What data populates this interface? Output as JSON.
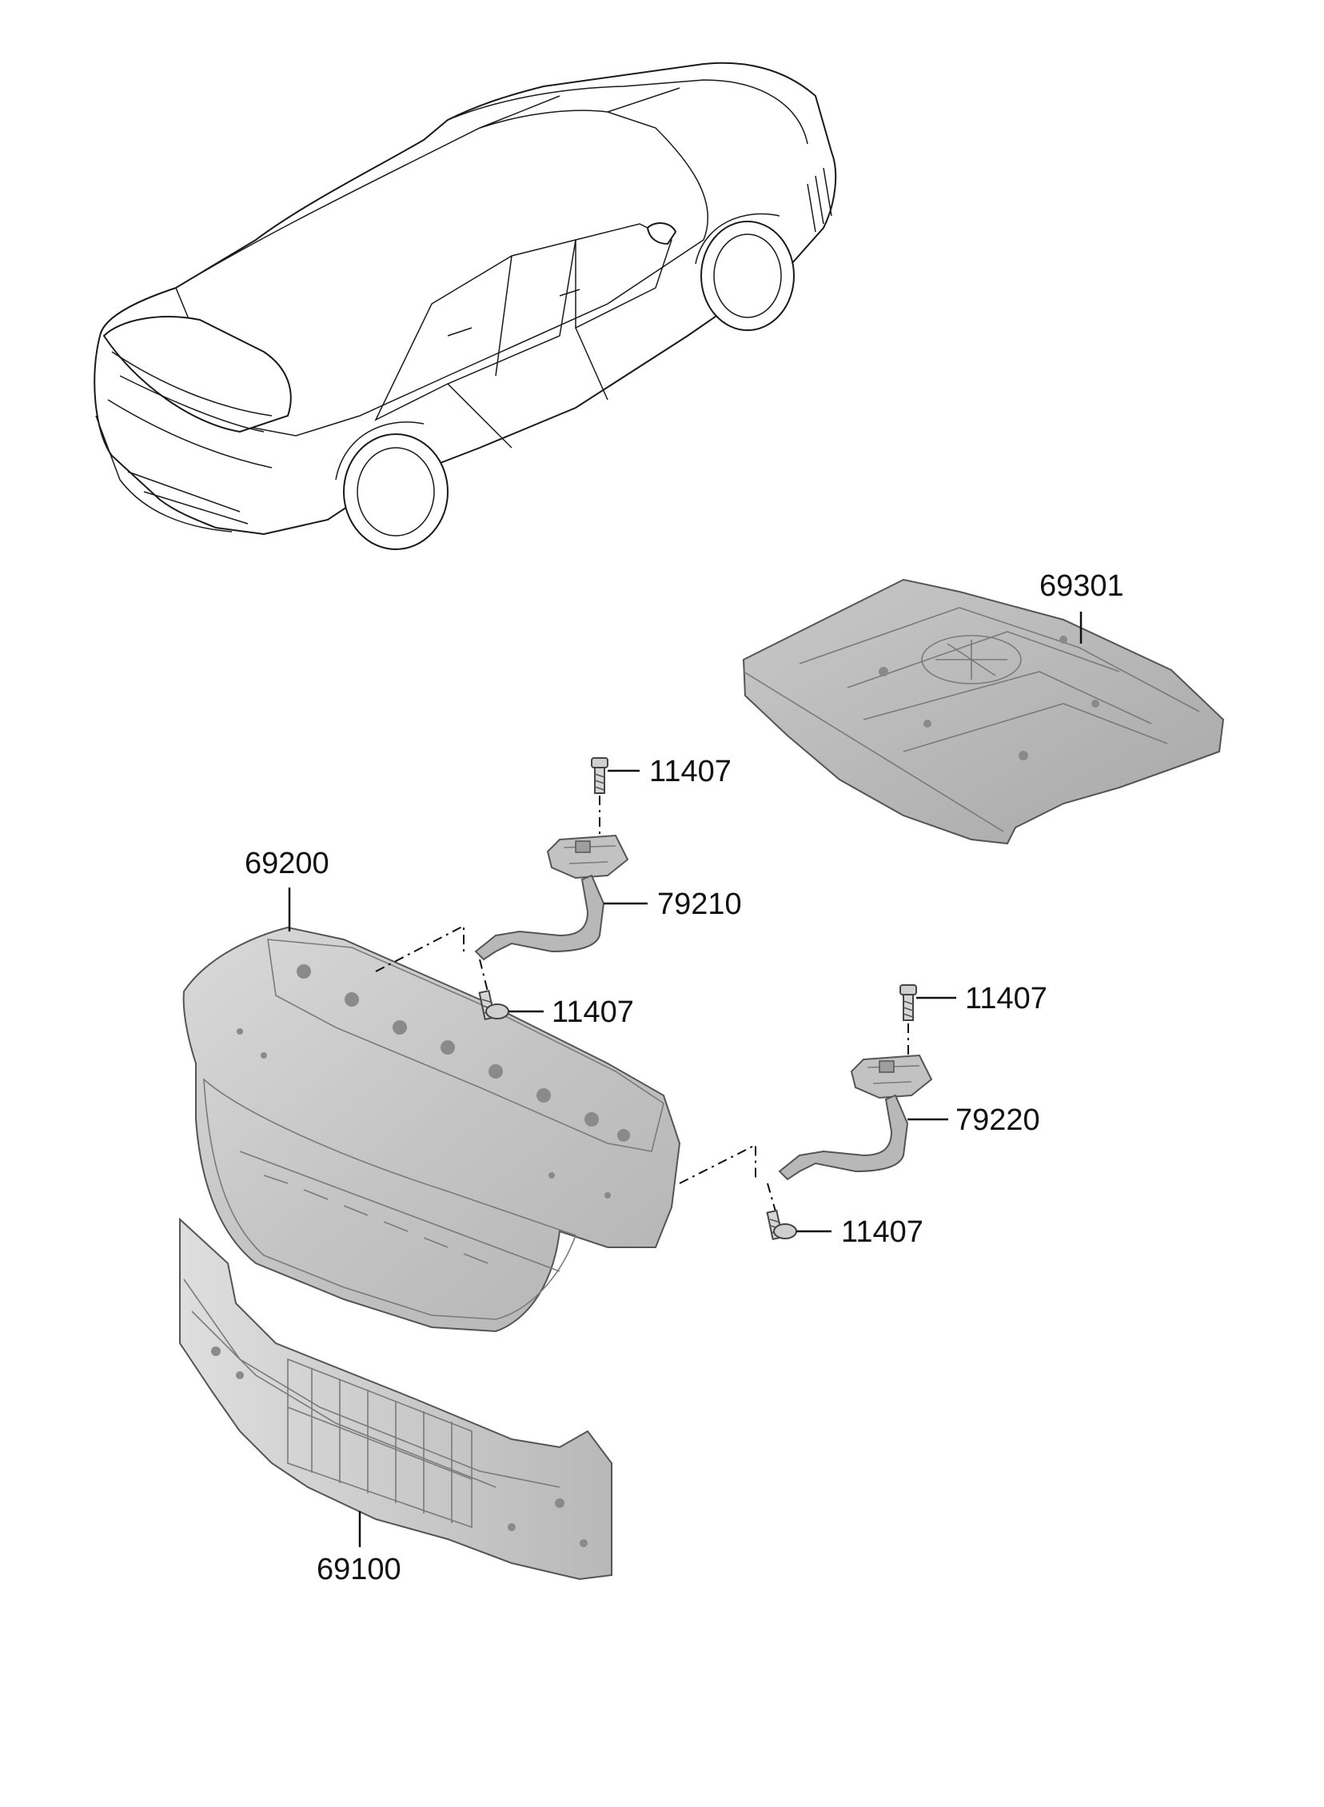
{
  "callouts": {
    "rear_floor_pan": "69301",
    "trunk_lid": "69200",
    "back_panel": "69100",
    "hinge_lh": "79210",
    "hinge_rh": "79220",
    "bolt_lh_upper": "11407",
    "bolt_lh_lower": "11407",
    "bolt_rh_upper": "11407",
    "bolt_rh_lower": "11407"
  },
  "colors": {
    "line": "#111111",
    "part_fill": "#cfcfcf",
    "part_shade": "#a9a9a9",
    "background": "#ffffff"
  }
}
